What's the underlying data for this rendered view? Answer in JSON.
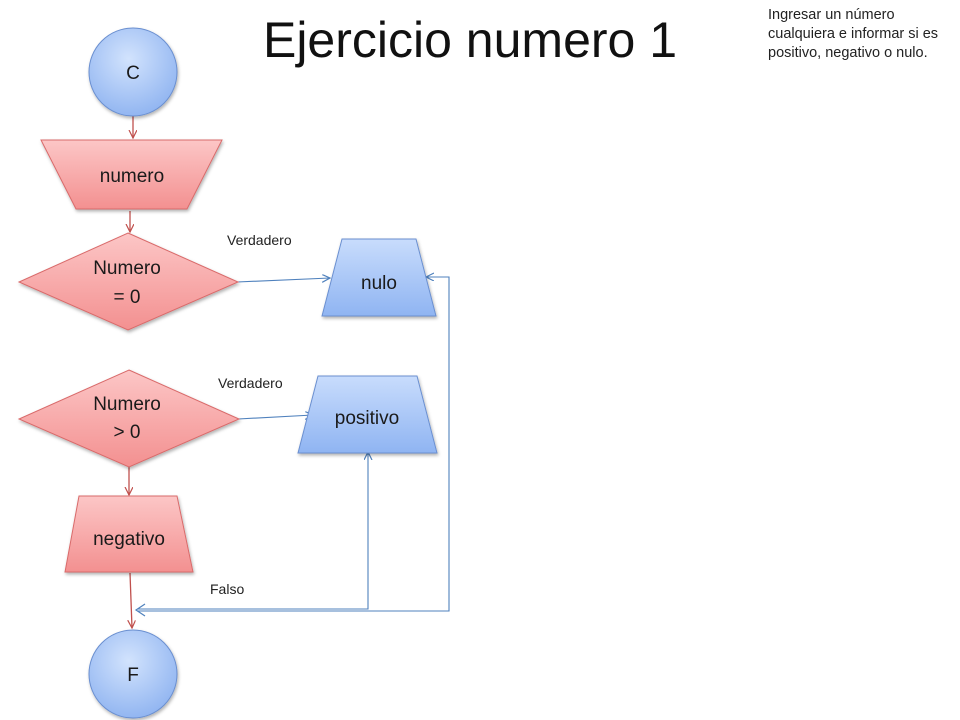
{
  "title": "Ejercicio numero 1",
  "description": "Ingresar un número cualquiera e informar si es positivo, negativo o nulo.",
  "nodes": {
    "start": "C",
    "input": "numero",
    "decision1": [
      "Numero",
      "= 0"
    ],
    "decision2": [
      "Numero",
      "> 0"
    ],
    "out_nulo": "nulo",
    "out_positivo": "positivo",
    "out_negativo": "negativo",
    "end": "F"
  },
  "edge_labels": {
    "true1": "Verdadero",
    "true2": "Verdadero",
    "false": "Falso"
  },
  "colors": {
    "red_fill": "#f8a6a6",
    "red_stroke": "#d96a6a",
    "blue_fill": "#a8c6f8",
    "blue_stroke": "#6a8fd0",
    "red_edge": "#c0504d",
    "blue_edge": "#4f81bd"
  }
}
